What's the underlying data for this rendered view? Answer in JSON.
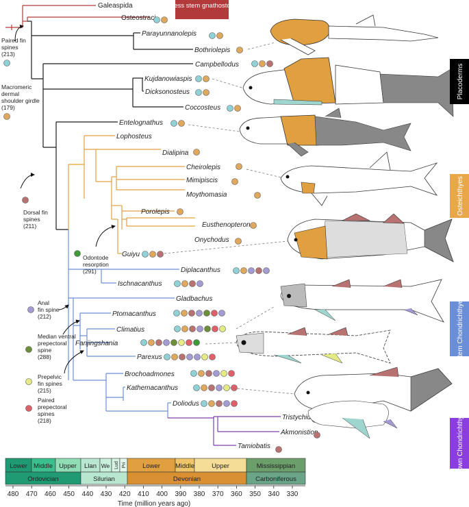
{
  "banner": "Jawless stem gnathostomes",
  "groups": {
    "placoderms": "Placoderms",
    "osteichthyes": "Osteichthyes",
    "stem_chondrichthyes": "Stem Chondrichthyes",
    "crown_chondrichthyes": "Crown Chondrichthyes"
  },
  "taxa": [
    {
      "name": "Galeaspida",
      "italic": false
    },
    {
      "name": "Osteostraci",
      "italic": false
    },
    {
      "name": "Parayunnanolepis",
      "italic": true
    },
    {
      "name": "Bothriolepis",
      "italic": true
    },
    {
      "name": "Campbellodus",
      "italic": true
    },
    {
      "name": "Kujdanowiaspis",
      "italic": true
    },
    {
      "name": "Dicksonosteus",
      "italic": true
    },
    {
      "name": "Coccosteus",
      "italic": true
    },
    {
      "name": "Entelognathus",
      "italic": true
    },
    {
      "name": "Lophosteus",
      "italic": true
    },
    {
      "name": "Dialipina",
      "italic": true
    },
    {
      "name": "Cheirolepis",
      "italic": true
    },
    {
      "name": "Mimipiscis",
      "italic": true
    },
    {
      "name": "Moythomasia",
      "italic": true
    },
    {
      "name": "Porolepis",
      "italic": true
    },
    {
      "name": "Eusthenopteron",
      "italic": true
    },
    {
      "name": "Onychodus",
      "italic": true
    },
    {
      "name": "Guiyu",
      "italic": true
    },
    {
      "name": "Diplacanthus",
      "italic": true
    },
    {
      "name": "Ischnacanthus",
      "italic": true
    },
    {
      "name": "Gladbachus",
      "italic": true
    },
    {
      "name": "Ptomacanthus",
      "italic": true
    },
    {
      "name": "Climatius",
      "italic": true
    },
    {
      "name": "Fanjingshania",
      "italic": true
    },
    {
      "name": "Parexus",
      "italic": true
    },
    {
      "name": "Brochoadmones",
      "italic": true
    },
    {
      "name": "Kathemacanthus",
      "italic": true
    },
    {
      "name": "Doliodus",
      "italic": true
    },
    {
      "name": "Tristychius",
      "italic": true
    },
    {
      "name": "Akmonistion",
      "italic": true
    },
    {
      "name": "Tamiobatis",
      "italic": true
    }
  ],
  "traits": [
    {
      "lines": [
        "Paired fin",
        "spines",
        "(213)"
      ],
      "color": "#8fd1d4"
    },
    {
      "lines": [
        "Macromeric",
        "dermal",
        "shoulder girdle",
        "(179)"
      ],
      "color": "#e0a85c"
    },
    {
      "lines": [
        "Dorsal fin",
        "spines",
        "(211)"
      ],
      "color": "#b87272"
    },
    {
      "lines": [
        "Odontode",
        "resorption",
        "(291)"
      ],
      "color": "#3f9a3a"
    },
    {
      "lines": [
        "Anal",
        "fin spine",
        "(212)"
      ],
      "color": "#a59bd3"
    },
    {
      "lines": [
        "Median ventral",
        "prepectoral",
        "spine",
        "(288)"
      ],
      "color": "#6e8f3a"
    },
    {
      "lines": [
        "Prepelvic",
        "fin spines",
        "(215)"
      ],
      "color": "#e6ea84"
    },
    {
      "lines": [
        "Paired",
        "prepectoral",
        "spines",
        "(218)"
      ],
      "color": "#e0606a"
    }
  ],
  "timescale": {
    "epochs": [
      "Lower",
      "Middle",
      "Upper",
      "Llan",
      "We",
      "Lud",
      "Pri",
      "Lower",
      "Middle",
      "Upper",
      "Mississippian"
    ],
    "periods": [
      "Ordovician",
      "Silurian",
      "Devonian",
      "Carboniferous"
    ],
    "ticks": [
      "480",
      "470",
      "460",
      "450",
      "440",
      "430",
      "420",
      "410",
      "400",
      "390",
      "380",
      "370",
      "360",
      "350",
      "340",
      "330"
    ],
    "axis_label": "Time (million years ago)"
  },
  "colors": {
    "jawless": "#b23a3a",
    "placoderm": "#1b1b1b",
    "osteichthyes": "#e0a040",
    "stem_chondrichthyes": "#6a8ed8",
    "crown_chondrichthyes": "#7a3fa8",
    "placoderm_box": "#000000",
    "osteichthyes_box": "#e8a84a",
    "stem_box": "#6a8ed8",
    "crown_box": "#8a3ee0"
  }
}
